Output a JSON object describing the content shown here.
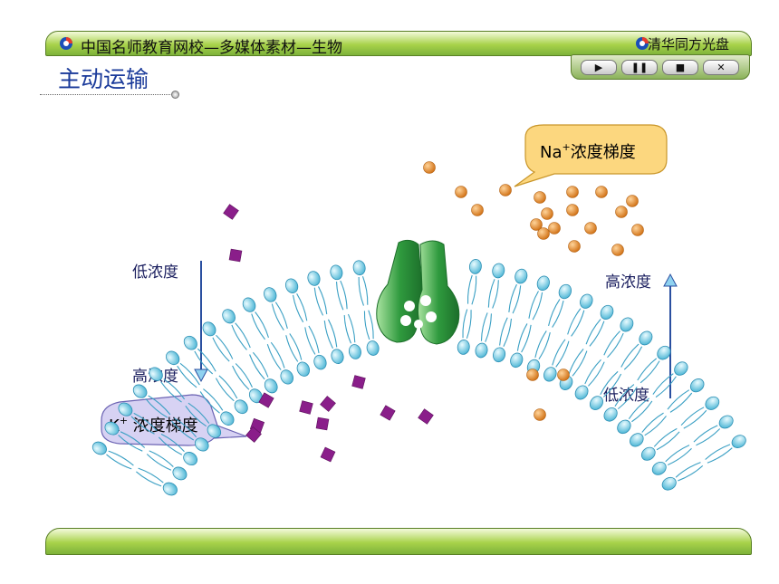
{
  "header": {
    "title": "中国名师教育网校—多媒体素材—生物",
    "brand": "清华同方光盘"
  },
  "controls": [
    {
      "name": "play-button",
      "glyph": "▶"
    },
    {
      "name": "pause-button",
      "glyph": "❚❚"
    },
    {
      "name": "stop-button",
      "glyph": "■"
    },
    {
      "name": "close-button",
      "glyph": "✕"
    }
  ],
  "section": {
    "title": "主动运输"
  },
  "diagram": {
    "na_bubble": {
      "ion": "Na",
      "charge": "+",
      "text": "浓度梯度"
    },
    "k_bubble": {
      "ion": "K",
      "charge": "+",
      "text": " 浓度梯度"
    },
    "left_arrow": {
      "top_label": "低浓度",
      "bottom_label": "高浓度"
    },
    "right_arrow": {
      "top_label": "高浓度",
      "bottom_label": "低浓度"
    },
    "colors": {
      "sodium": "#e08a1e",
      "potassium": "#8a1e8a",
      "membrane_head": "#6fc8e0",
      "protein": "#2f9a3e",
      "na_bubble": "#fcd77f",
      "k_bubble": "#d7d2f3"
    }
  }
}
